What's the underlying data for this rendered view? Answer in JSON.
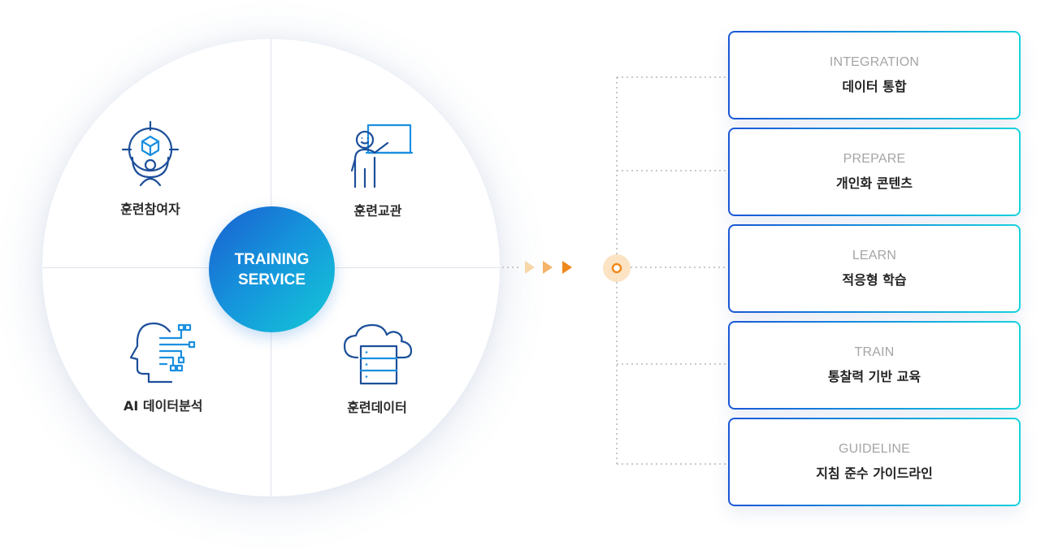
{
  "center": {
    "line1": "TRAINING",
    "line2": "SERVICE"
  },
  "quadrants": [
    {
      "label": "훈련참여자",
      "icon": "participant-target-icon"
    },
    {
      "label": "훈련교관",
      "icon": "instructor-board-icon"
    },
    {
      "label": "AI 데이터분석",
      "icon": "ai-head-circuit-icon"
    },
    {
      "label": "훈련데이터",
      "icon": "cloud-server-icon"
    }
  ],
  "steps": [
    {
      "en": "INTEGRATION",
      "ko": "데이터 통합"
    },
    {
      "en": "PREPARE",
      "ko": "개인화 콘텐츠"
    },
    {
      "en": "LEARN",
      "ko": "적응형 학습"
    },
    {
      "en": "TRAIN",
      "ko": "통찰력 기반 교육"
    },
    {
      "en": "GUIDELINE",
      "ko": "지침 준수 가이드라인"
    }
  ],
  "colors": {
    "primary_blue": "#1a5fd0",
    "accent_cyan": "#14c9d6",
    "arrow_orange": "#f0891d",
    "connector_gray": "#c9c9c9"
  }
}
